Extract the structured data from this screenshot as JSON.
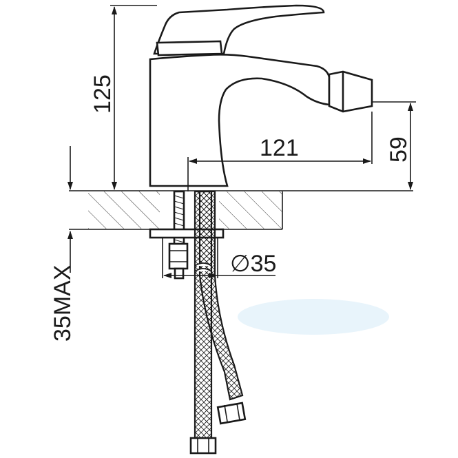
{
  "dimensions": {
    "height_total": "125",
    "spout_reach": "121",
    "outlet_height": "59",
    "hole_diameter": "∅35",
    "max_thickness": "35MAX"
  },
  "colors": {
    "line": "#1a1a1a",
    "background": "#ffffff",
    "watermark": "#e8f4fb"
  }
}
